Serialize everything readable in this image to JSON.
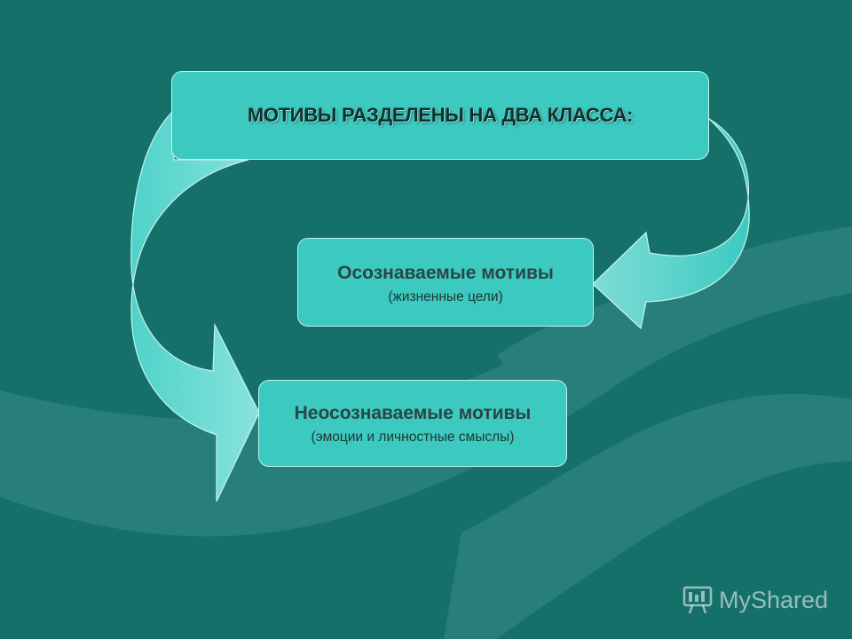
{
  "title": "МОТИВЫ РАЗДЕЛЕНЫ НА ДВА КЛАССА:",
  "classes": [
    {
      "heading": "Осознаваемые мотивы",
      "note": "(жизненные цели)"
    },
    {
      "heading": "Неосознаваемые мотивы",
      "note": "(эмоции и личностные смыслы)"
    }
  ],
  "watermark": {
    "text": "MyShared",
    "icon": "presentation-board-icon"
  },
  "colors": {
    "background": "#16706a",
    "box_fill": "#3cc9c0",
    "arrow_fill": "#45d0c7",
    "box_border": "#bff3ef"
  }
}
